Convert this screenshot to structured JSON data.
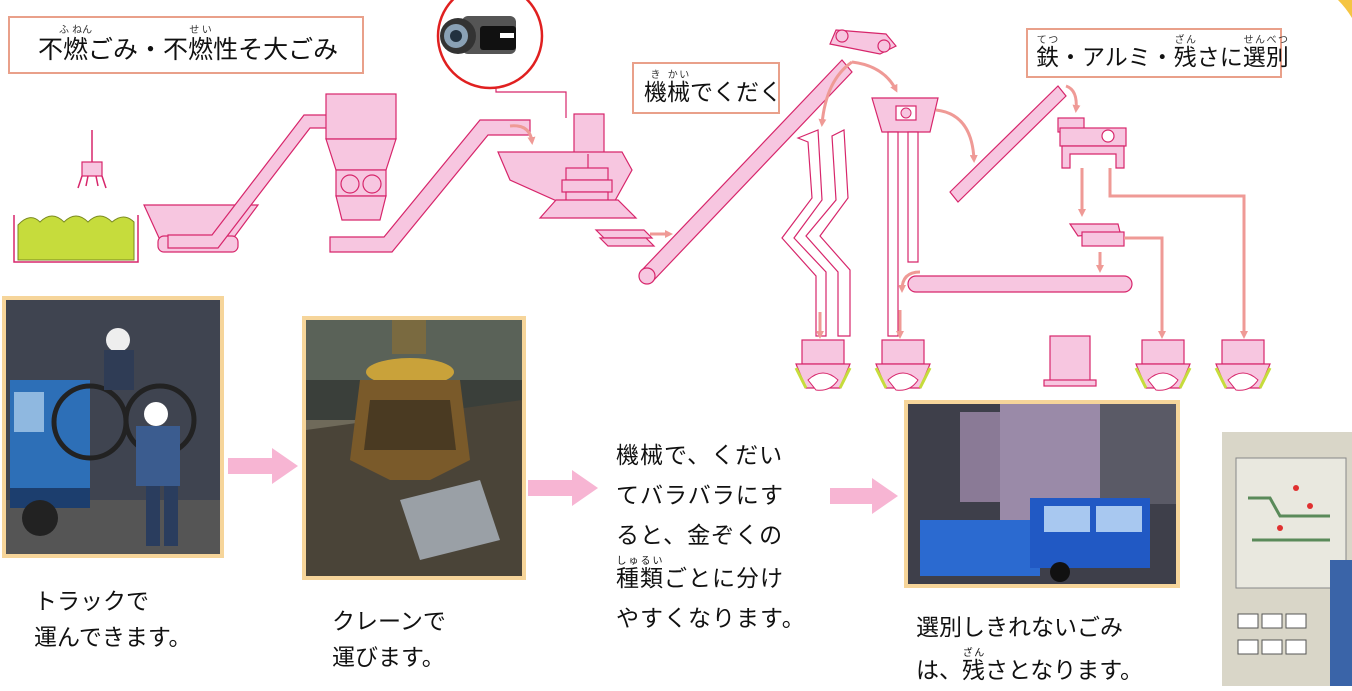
{
  "labels": {
    "title": {
      "t1": "不",
      "t2": "燃",
      "t2_ruby": "ふ ねん",
      "t3": "ごみ・不",
      "t4": "燃",
      "t4_ruby": "せい",
      "t5": "性そ大ごみ"
    },
    "crush": {
      "k1": "機",
      "k1_ruby": "き",
      "k2": "械",
      "k2_ruby": "かい",
      "rest": "でくだく"
    },
    "sort": {
      "tetsu": "鉄",
      "tetsu_ruby": "てつ",
      "mid": "・アルミ・",
      "zan": "残",
      "zan_ruby": "ざん",
      "sa": "さに",
      "senbetsu": "選別",
      "senbetsu_ruby": "せんべつ"
    }
  },
  "captions": {
    "truck": [
      "トラックで",
      "運んできます。"
    ],
    "crane": [
      "クレーンで",
      "運びます。"
    ],
    "machine": {
      "l1": "機械で、くだい",
      "l2": "てバラバラにす",
      "l3": "ると、金ぞくの",
      "l4_kanji": "種類",
      "l4_ruby": "しゅるい",
      "l4_rest": "ごとに分け",
      "l5": "やすくなります。"
    },
    "residue": {
      "l1": "選別しきれないごみ",
      "l2_a": "は、",
      "l2_kanji": "残",
      "l2_ruby": "ざん",
      "l2_rest": "さとなります。"
    }
  },
  "colors": {
    "pink": "#f7c6e0",
    "pinkStroke": "#d7266b",
    "arrow": "#ef9a96",
    "green": "#c6dc3c",
    "photoFrame": "#f6d59a",
    "labelBorder": "#e9a08a"
  },
  "icons": [
    "video-camera-icon",
    "crane-grab-icon"
  ]
}
